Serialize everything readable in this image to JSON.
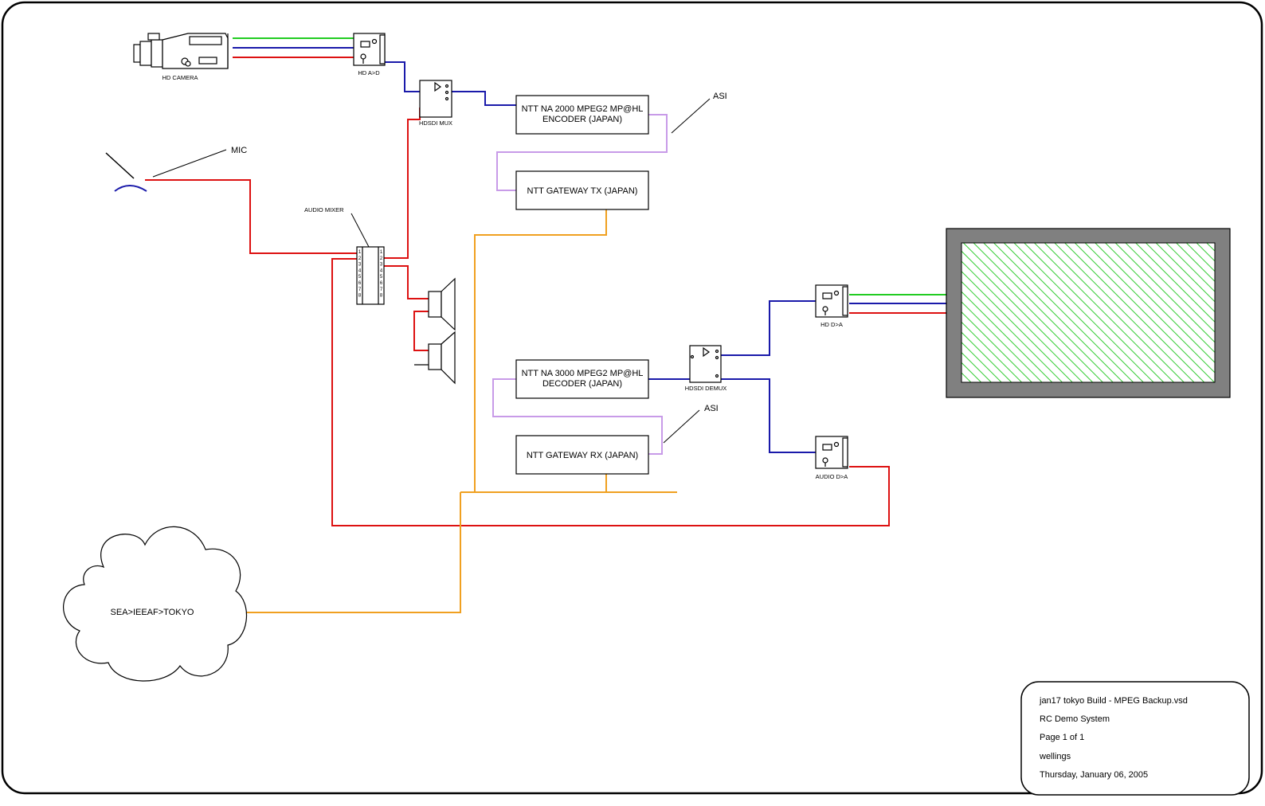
{
  "devices": {
    "hd_camera": "HD CAMERA",
    "hd_ad": "HD A>D",
    "hdsdi_mux": "HDSDI MUX",
    "encoder_line1": "NTT NA 2000 MPEG2 MP@HL",
    "encoder_line2": "ENCODER (JAPAN)",
    "gateway_tx": "NTT GATEWAY TX (JAPAN)",
    "mic": "MIC",
    "audio_mixer": "AUDIO MIXER",
    "decoder_line1": "NTT NA 3000 MPEG2 MP@HL",
    "decoder_line2": "DECODER (JAPAN)",
    "gateway_rx": "NTT GATEWAY RX (JAPAN)",
    "hdsdi_demux": "HDSDI DEMUX",
    "hd_da": "HD D>A",
    "audio_da": "AUDIO D>A",
    "cloud": "SEA>IEEAF>TOKYO",
    "asi_top": "ASI",
    "asi_bottom": "ASI"
  },
  "mixer_pins": [
    "1",
    "2",
    "3",
    "4",
    "5",
    "6",
    "7",
    "8"
  ],
  "title_block": {
    "file": "jan17 tokyo Build - MPEG Backup.vsd",
    "project": "RC Demo System",
    "page": "Page 1 of 1",
    "author": "wellings",
    "date": "Thursday, January 06, 2005"
  },
  "colors": {
    "green_signal": "#22cc22",
    "blue_signal": "#1a1aaa",
    "red_signal": "#dd1111",
    "asi_purple": "#c89be8",
    "network_orange": "#f0a020",
    "monitor_frame": "#808080",
    "monitor_hatch": "#33cc33"
  }
}
